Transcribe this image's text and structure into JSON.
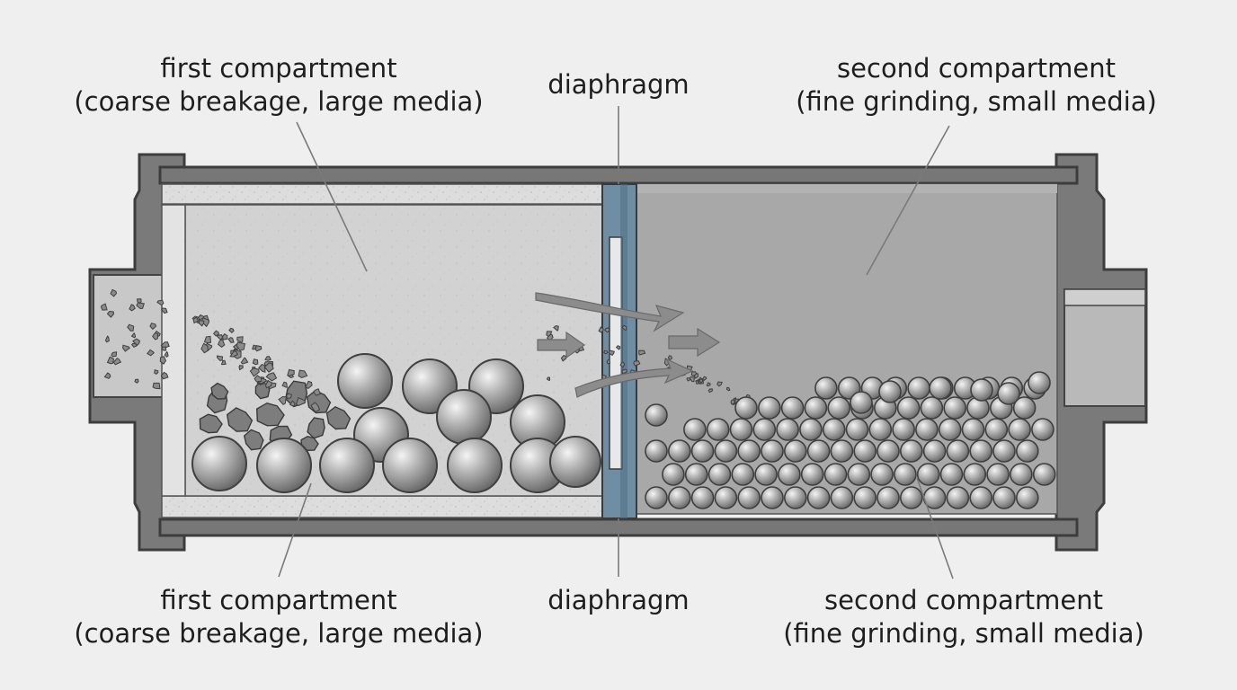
{
  "labels": {
    "first_top": {
      "line1": "first compartment",
      "line2": "(coarse breakage, large media)"
    },
    "diaphragm_top": {
      "line1": "diaphragm"
    },
    "second_top": {
      "line1": "second compartment",
      "line2": "(fine grinding, small media)"
    },
    "first_bottom": {
      "line1": "first compartment",
      "line2": "(coarse breakage, large media)"
    },
    "diaphragm_bottom": {
      "line1": "diaphragm"
    },
    "second_bottom": {
      "line1": "second compartment",
      "line2": "(fine grinding, small media)"
    }
  },
  "colors": {
    "background": "#efefef",
    "shell": "#6e6e6e",
    "shell_dark": "#4a4a4a",
    "liner": "#dcdcdc",
    "chamber_first": "#d3d3d3",
    "chamber_second": "#a9a9a9",
    "diaphragm": "#5d7f96",
    "media": "#9a9a9a",
    "rock": "#7a7a7a",
    "arrow": "#8c8c8c",
    "leader": "#777777"
  }
}
